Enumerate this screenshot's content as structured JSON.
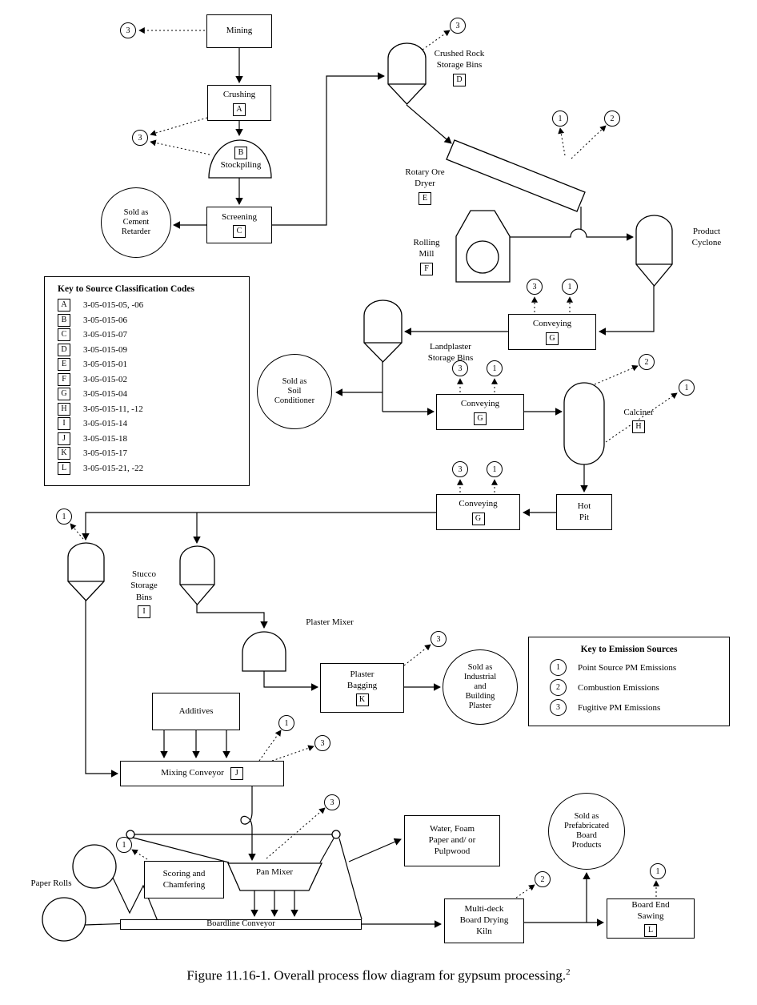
{
  "caption": {
    "text": "Figure 11.16-1.  Overall process flow diagram for gypsum processing.",
    "superscript": "2"
  },
  "emission": {
    "one": "1",
    "two": "2",
    "three": "3"
  },
  "nodes": {
    "mining": {
      "label": "Mining"
    },
    "crushing": {
      "label": "Crushing",
      "letter": "A"
    },
    "stockpiling": {
      "label": "Stockpiling",
      "letter": "B"
    },
    "screening": {
      "label": "Screening",
      "letter": "C"
    },
    "sold_cement": {
      "label": "Sold as\nCement\nRetarder"
    },
    "crushed_rock_bins": {
      "label": "Crushed Rock\nStorage Bins",
      "letter": "D"
    },
    "rotary_dryer": {
      "label": "Rotary Ore\nDryer",
      "letter": "E"
    },
    "rolling_mill": {
      "label": "Rolling\nMill",
      "letter": "F"
    },
    "product_cyclone": {
      "label": "Product\nCyclone"
    },
    "conveying_1": {
      "label": "Conveying",
      "letter": "G"
    },
    "landplaster_bins": {
      "label": "Landplaster\nStorage Bins"
    },
    "sold_soil": {
      "label": "Sold as\nSoil\nConditioner"
    },
    "conveying_2": {
      "label": "Conveying",
      "letter": "G"
    },
    "calciner": {
      "label": "Calciner",
      "letter": "H"
    },
    "hot_pit": {
      "label": "Hot\nPit"
    },
    "conveying_3": {
      "label": "Conveying",
      "letter": "G"
    },
    "stucco_bins": {
      "label": "Stucco\nStorage\nBins",
      "letter": "I"
    },
    "plaster_mixer": {
      "label": "Plaster Mixer"
    },
    "plaster_bagging": {
      "label": "Plaster\nBagging",
      "letter": "K"
    },
    "sold_plaster": {
      "label": "Sold as\nIndustrial\nand\nBuilding\nPlaster"
    },
    "additives": {
      "label": "Additives"
    },
    "mixing_conveyor": {
      "label": "Mixing Conveyor",
      "letter": "J"
    },
    "paper_rolls": {
      "label": "Paper Rolls"
    },
    "scoring": {
      "label": "Scoring and\nChamfering"
    },
    "pan_mixer": {
      "label": "Pan Mixer"
    },
    "water_foam": {
      "label": "Water, Foam\nPaper and/ or\nPulpwood"
    },
    "boardline": {
      "label": "Boardline Conveyor"
    },
    "kiln": {
      "label": "Multi-deck\nBoard Drying\nKiln"
    },
    "sold_board": {
      "label": "Sold as\nPrefabricated\nBoard\nProducts"
    },
    "board_sawing": {
      "label": "Board End\nSawing",
      "letter": "L"
    }
  },
  "scc_key": {
    "title": "Key to Source Classification Codes",
    "entries": [
      {
        "letter": "A",
        "code": "3-05-015-05, -06"
      },
      {
        "letter": "B",
        "code": "3-05-015-06"
      },
      {
        "letter": "C",
        "code": "3-05-015-07"
      },
      {
        "letter": "D",
        "code": "3-05-015-09"
      },
      {
        "letter": "E",
        "code": "3-05-015-01"
      },
      {
        "letter": "F",
        "code": "3-05-015-02"
      },
      {
        "letter": "G",
        "code": "3-05-015-04"
      },
      {
        "letter": "H",
        "code": "3-05-015-11, -12"
      },
      {
        "letter": "I",
        "code": "3-05-015-14"
      },
      {
        "letter": "J",
        "code": "3-05-015-18"
      },
      {
        "letter": "K",
        "code": "3-05-015-17"
      },
      {
        "letter": "L",
        "code": "3-05-015-21, -22"
      }
    ]
  },
  "emission_key": {
    "title": "Key to Emission Sources",
    "entries": [
      {
        "num": "1",
        "label": "Point Source PM Emissions"
      },
      {
        "num": "2",
        "label": "Combustion Emissions"
      },
      {
        "num": "3",
        "label": "Fugitive PM Emissions"
      }
    ]
  }
}
